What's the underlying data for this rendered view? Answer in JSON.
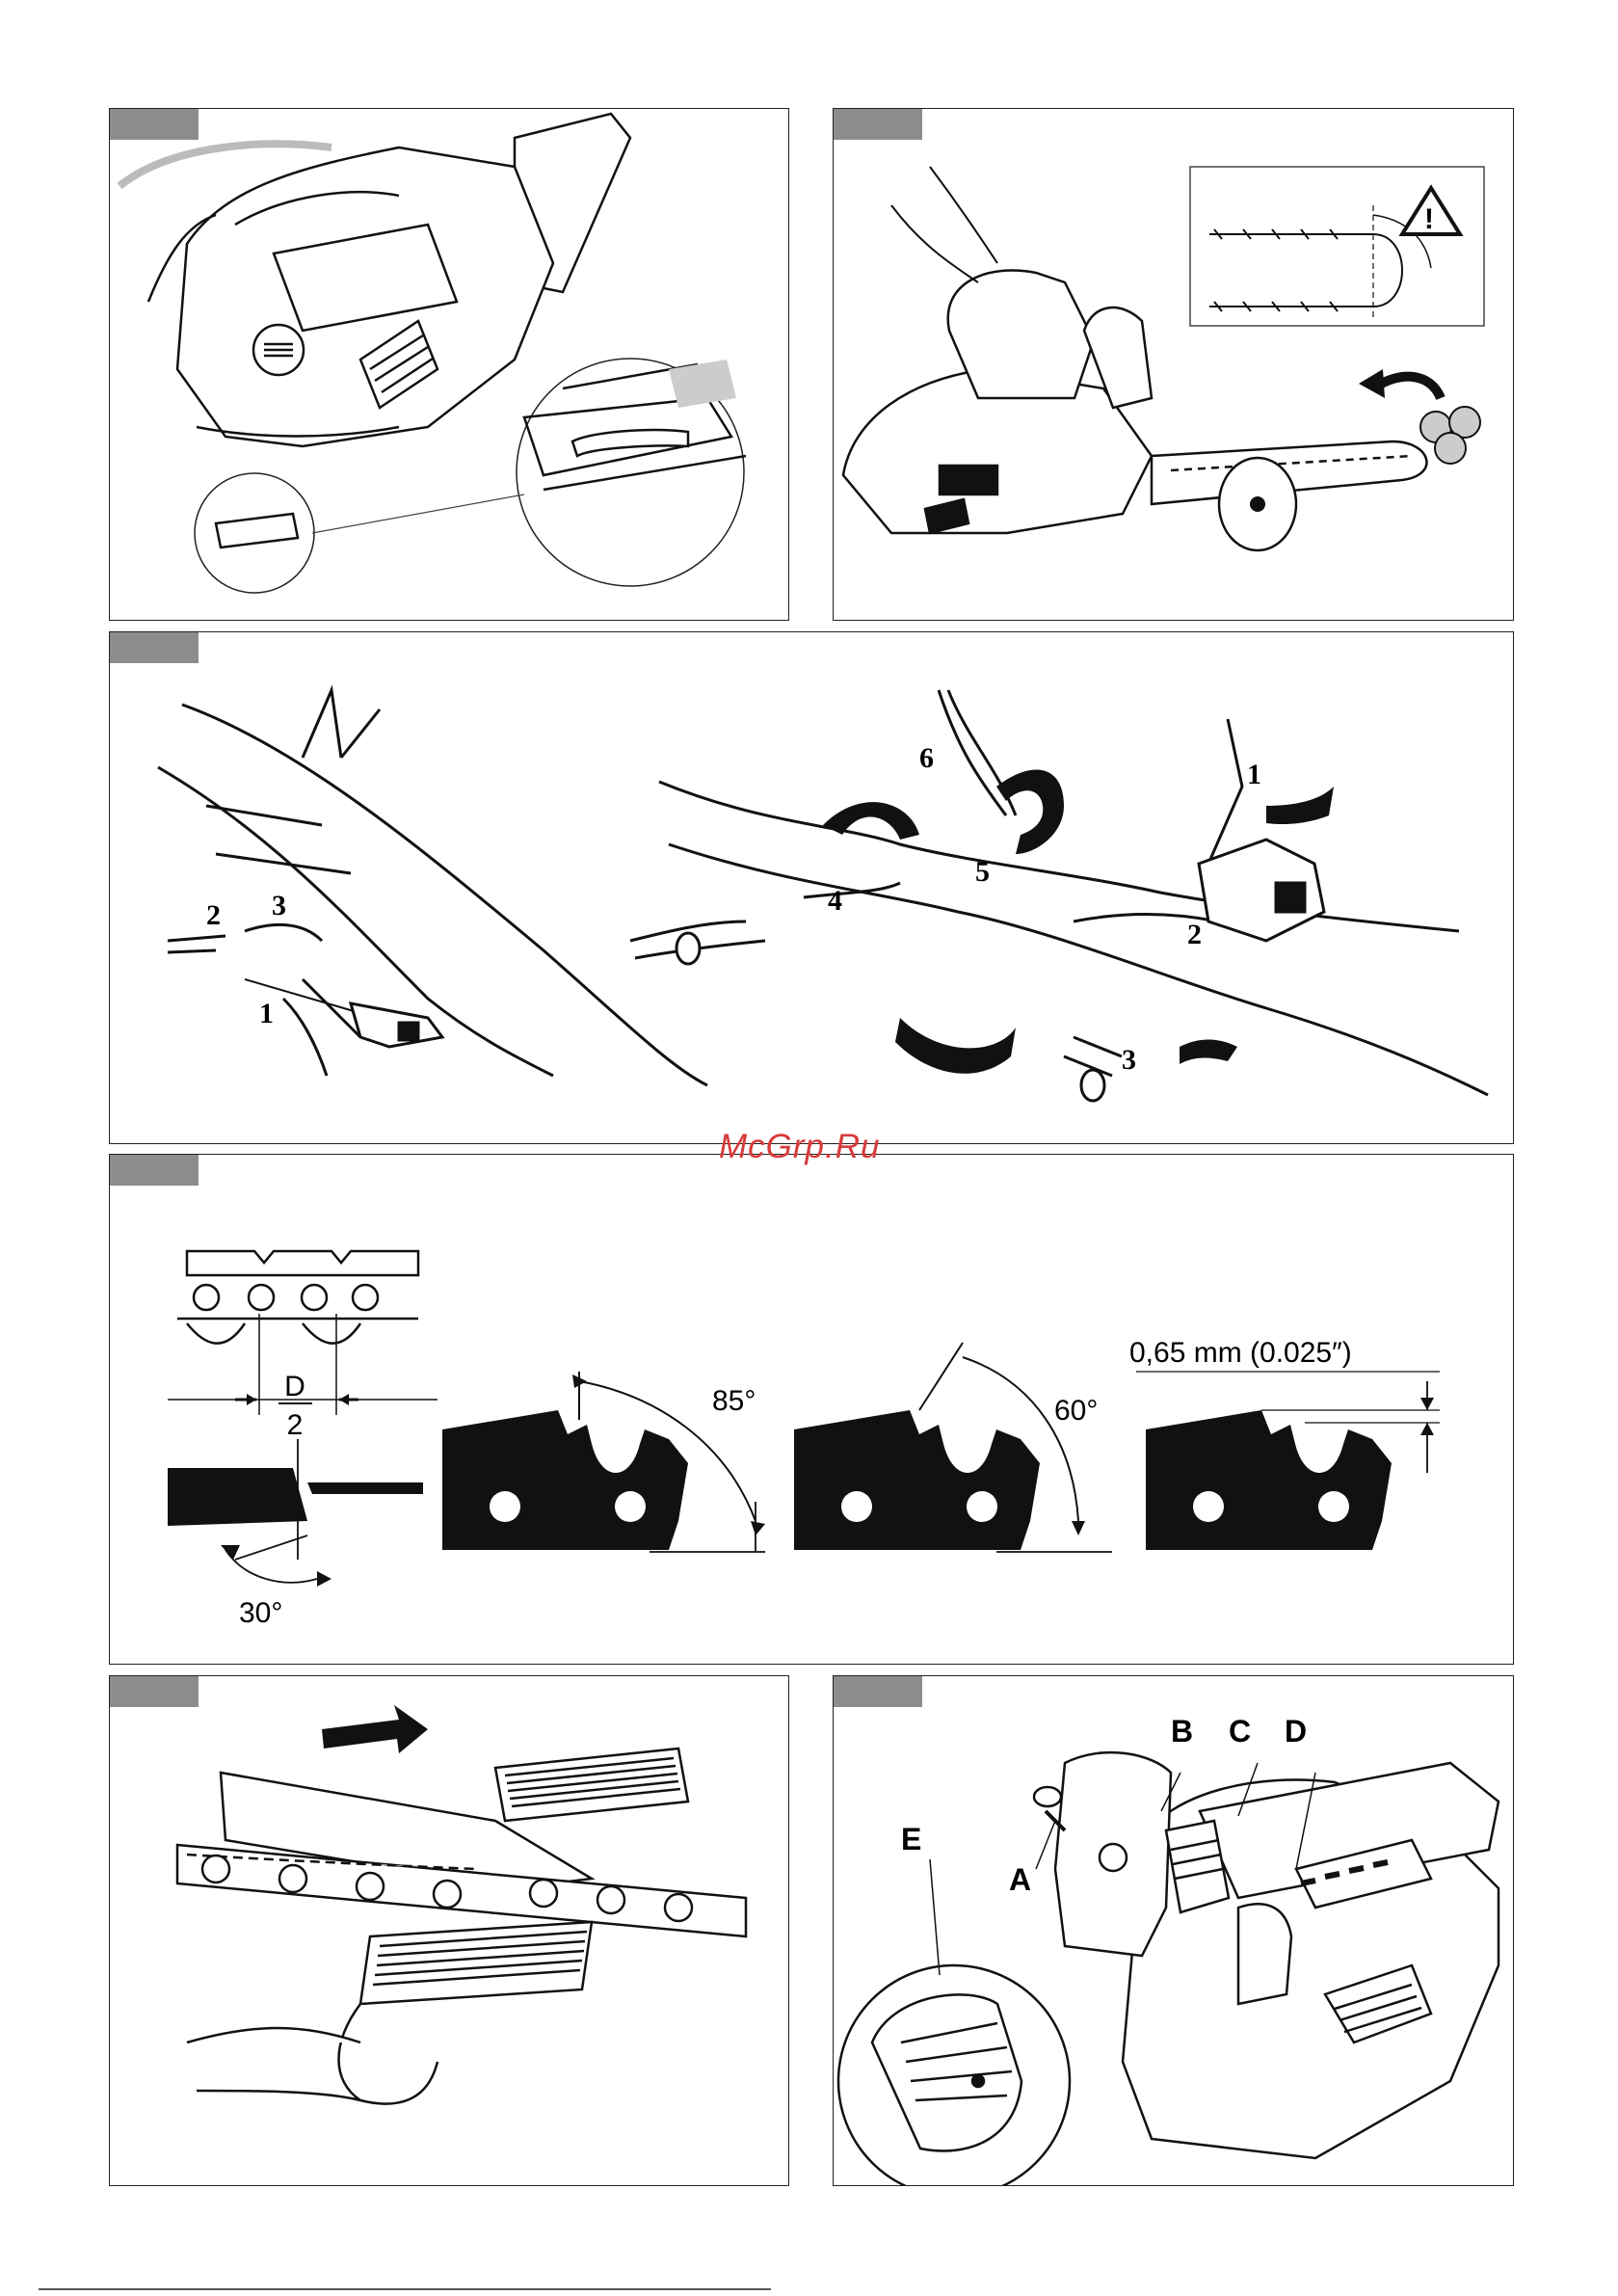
{
  "watermark": "McGrp.Ru",
  "fig3": {
    "labels_left": [
      "2",
      "3",
      "1"
    ],
    "labels_right": [
      "6",
      "5",
      "4",
      "1",
      "2",
      "3"
    ]
  },
  "fig4": {
    "d_top": "D",
    "d_bottom": "2",
    "angle_30": "30°",
    "angle_85": "85°",
    "angle_60": "60°",
    "depth_gauge": "0,65 mm (0.025″)"
  },
  "fig6": {
    "labels": [
      "A",
      "B",
      "C",
      "D",
      "E"
    ]
  },
  "colors": {
    "panel_tag": "#8c8c8c",
    "watermark": "#d63a3a",
    "border": "#222222"
  }
}
